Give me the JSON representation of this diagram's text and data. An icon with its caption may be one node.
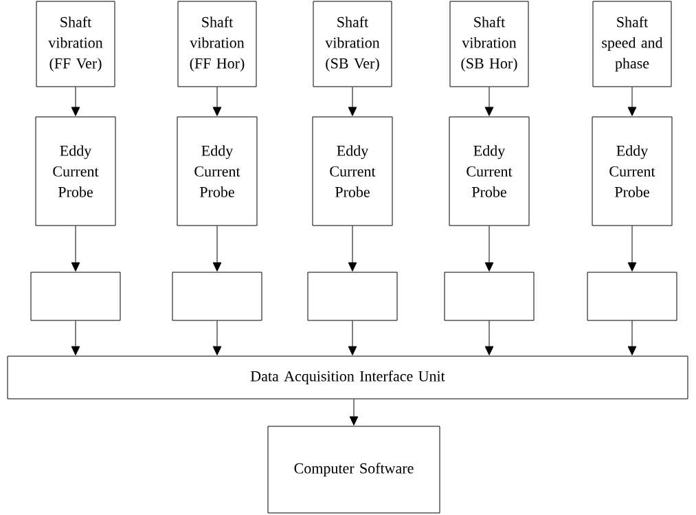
{
  "diagram": {
    "nodes": [
      {
        "text": [
          "Shaft vibration (FF Ver)"
        ]
      },
      {
        "text": [
          "Shaft vibration (FF Hor)"
        ]
      },
      {
        "text": [
          "Shaft vibration (SB Ver)"
        ]
      },
      {
        "text": [
          "Shaft vibration (SB Hor)"
        ]
      },
      {
        "text": [
          "Shaft speed and phase"
        ]
      },
      {
        "text": [
          "Eddy Current Probe"
        ]
      },
      {
        "text": [
          "Eddy Current Probe"
        ]
      },
      {
        "text": [
          "Eddy Current Probe"
        ]
      },
      {
        "text": [
          "Eddy Current Probe"
        ]
      },
      {
        "text": [
          "Eddy Current Probe"
        ]
      },
      {
        "text": [],
        "shape": "box"
      },
      {
        "text": [],
        "shape": "box"
      },
      {
        "text": [],
        "shape": "box"
      },
      {
        "text": [],
        "shape": "box"
      },
      {
        "text": [],
        "shape": "box"
      },
      {
        "text": [
          "Data Acquisition Interface Unit"
        ]
      },
      {
        "text": [
          "Computer Software"
        ]
      }
    ],
    "edges": [
      {
        "from": 0,
        "to": 5,
        "arrow": "to"
      },
      {
        "from": 1,
        "to": 6,
        "arrow": "to"
      },
      {
        "from": 2,
        "to": 7,
        "arrow": "to"
      },
      {
        "from": 3,
        "to": 8,
        "arrow": "to"
      },
      {
        "from": 4,
        "to": 9,
        "arrow": "to"
      },
      {
        "from": 5,
        "to": 10,
        "arrow": "to"
      },
      {
        "from": 6,
        "to": 11,
        "arrow": "to"
      },
      {
        "from": 7,
        "to": 12,
        "arrow": "to"
      },
      {
        "from": 8,
        "to": 13,
        "arrow": "to"
      },
      {
        "from": 9,
        "to": 14,
        "arrow": "to"
      },
      {
        "from": 10,
        "to": 15,
        "arrow": "to"
      },
      {
        "from": 11,
        "to": 15,
        "arrow": "to"
      },
      {
        "from": 12,
        "to": 15,
        "arrow": "to"
      },
      {
        "from": 13,
        "to": 15,
        "arrow": "to"
      },
      {
        "from": 14,
        "to": 15,
        "arrow": "to"
      },
      {
        "from": 15,
        "to": 16,
        "arrow": "to"
      }
    ]
  }
}
